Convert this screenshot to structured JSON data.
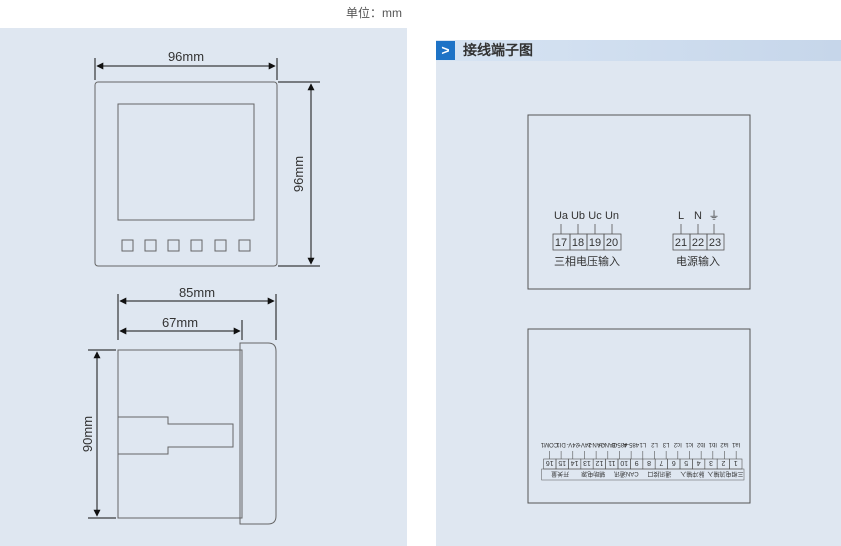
{
  "unit_label": "单位：mm",
  "section_title": "接线端子图",
  "front_view": {
    "width_label": "96mm",
    "height_label": "96mm"
  },
  "side_view": {
    "total_depth_label": "85mm",
    "body_depth_label": "67mm",
    "height_label": "90mm"
  },
  "top_block": {
    "voltage_labels": [
      "Ua",
      "Ub",
      "Uc",
      "Un"
    ],
    "voltage_terminals": [
      "17",
      "18",
      "19",
      "20"
    ],
    "voltage_caption": "三相电压输入",
    "power_labels": [
      "L",
      "N",
      "⏚"
    ],
    "power_terminals": [
      "21",
      "22",
      "23"
    ],
    "power_caption": "电源输入"
  },
  "bottom_block": {
    "terminals": [
      "16",
      "15",
      "14",
      "13",
      "12",
      "11",
      "10",
      "9",
      "8",
      "7",
      "6",
      "5",
      "4",
      "3",
      "2",
      "1"
    ],
    "terminal_labels": [
      "COM1",
      "DI1",
      "24V-",
      "24V+",
      "CAN-L",
      "CAN-H",
      "485-B",
      "485-A",
      "L1",
      "L2",
      "L3",
      "Ic2",
      "Ic1",
      "Ib2",
      "Ib1",
      "Ia2",
      "Ia1"
    ],
    "group_captions": [
      "开关量",
      "辅助电源",
      "CAN通讯",
      "通讯接口",
      "脉冲输入",
      "三相电流输入"
    ]
  }
}
